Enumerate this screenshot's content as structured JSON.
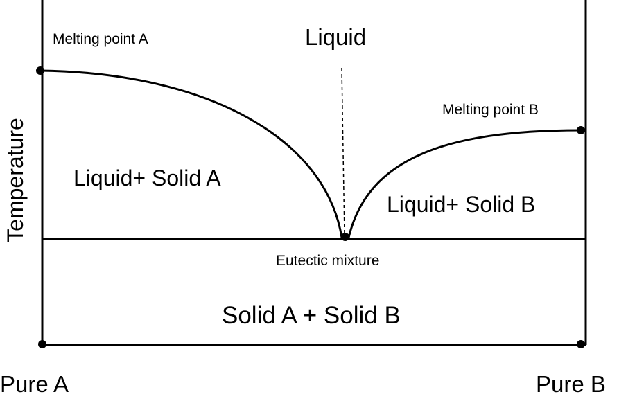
{
  "labels": {
    "y_axis": "Temperature",
    "liquid": "Liquid",
    "melting_point_a": "Melting point A",
    "melting_point_b": "Melting point B",
    "liquid_solid_a": "Liquid+ Solid A",
    "liquid_solid_b": "Liquid+ Solid B",
    "eutectic": "Eutectic mixture",
    "solid_ab": "Solid A + Solid B",
    "pure_a": "Pure A",
    "pure_b": "Pure B"
  },
  "colors": {
    "line": "#000000",
    "background": "#ffffff"
  }
}
